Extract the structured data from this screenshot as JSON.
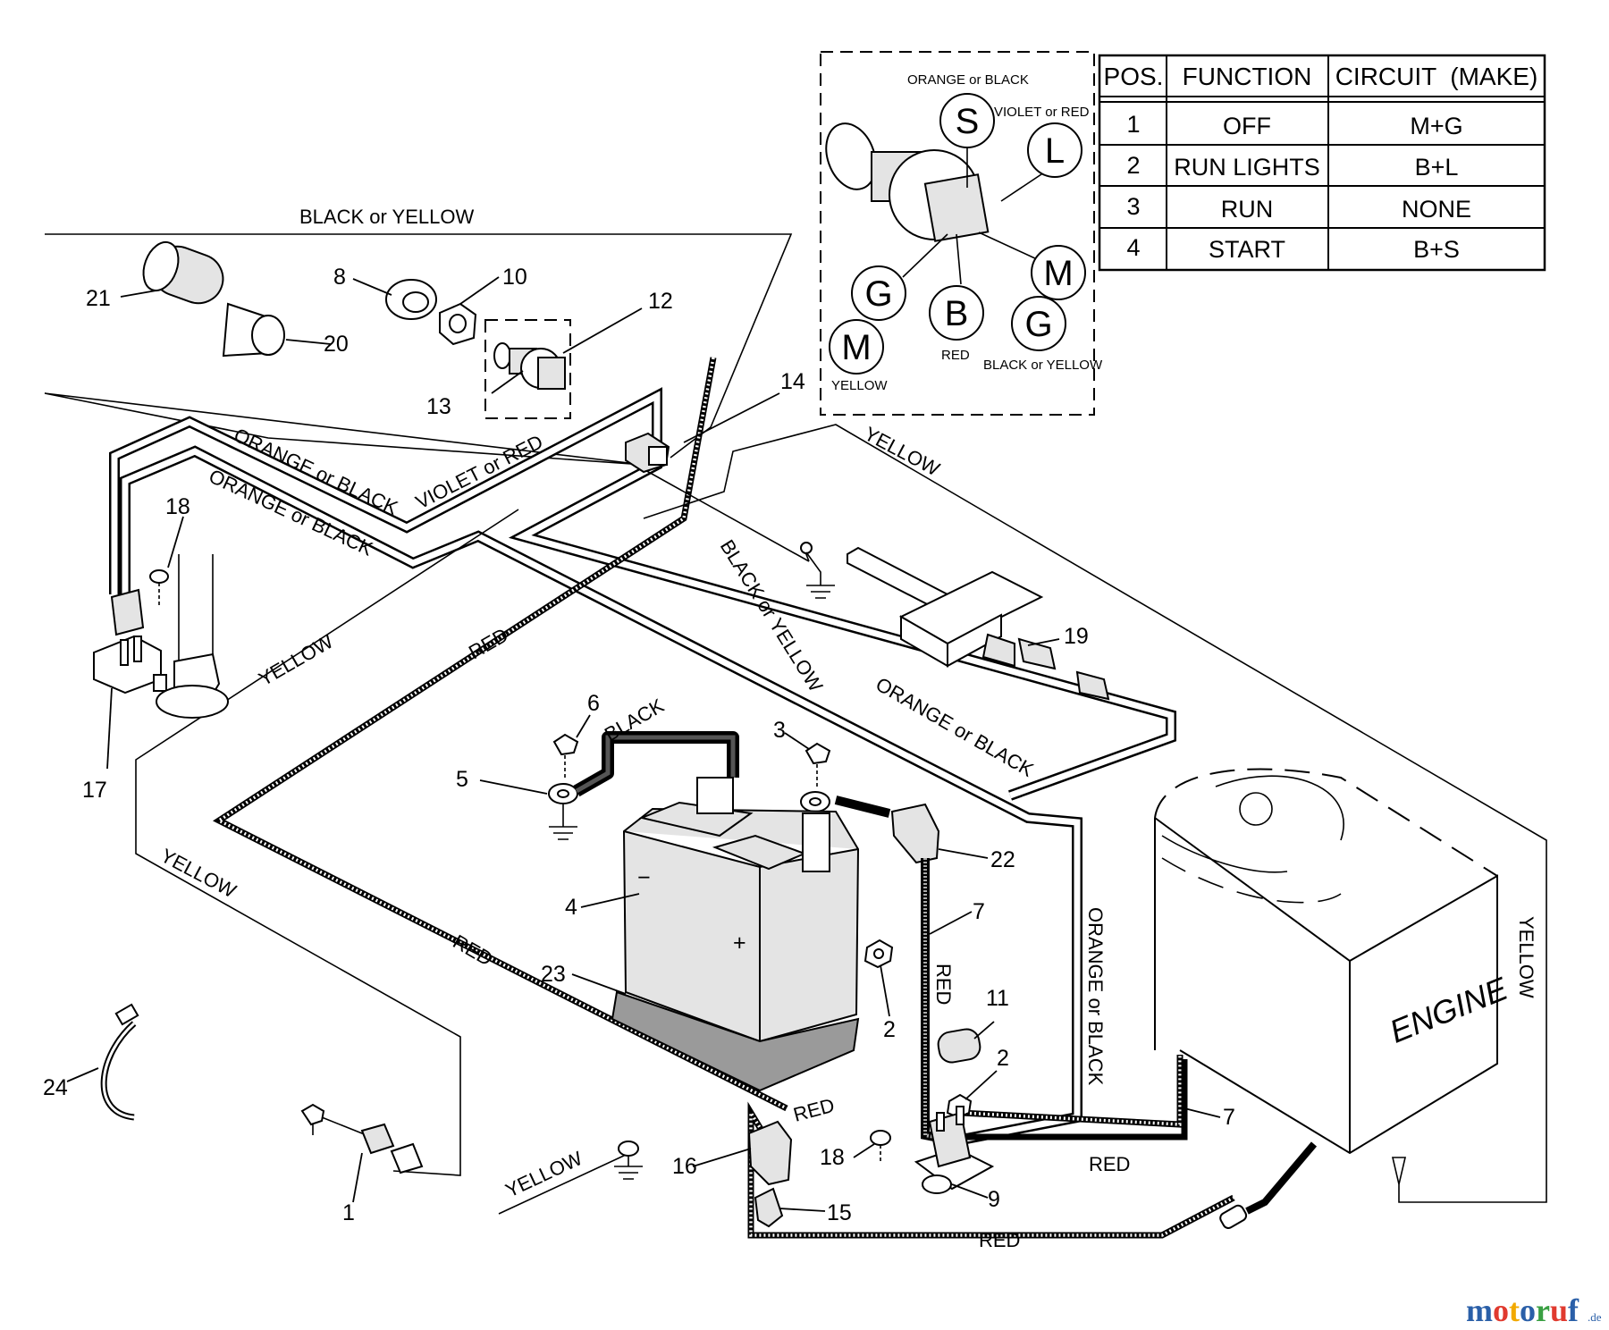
{
  "table": {
    "headers": [
      "POS.",
      "FUNCTION",
      "CIRCUIT  (MAKE)"
    ],
    "rows": [
      {
        "pos": "1",
        "function": "OFF",
        "circuit": "M+G"
      },
      {
        "pos": "2",
        "function": "RUN LIGHTS",
        "circuit": "B+L"
      },
      {
        "pos": "3",
        "function": "RUN",
        "circuit": "NONE"
      },
      {
        "pos": "4",
        "function": "START",
        "circuit": "B+S"
      }
    ]
  },
  "switch_detail": {
    "terminals": {
      "s": "S",
      "l": "L",
      "m_upper": "M",
      "g_left": "G",
      "b": "B",
      "g_right": "G",
      "m_lower": "M"
    },
    "wire_labels": {
      "s": "ORANGE or BLACK",
      "l": "VIOLET or RED",
      "b": "RED",
      "g_right": "BLACK or YELLOW",
      "m_lower": "YELLOW"
    }
  },
  "wire_labels": {
    "black_or_yellow_top": "BLACK or YELLOW",
    "orange_or_black_1": "ORANGE or BLACK",
    "orange_or_black_2": "ORANGE or BLACK",
    "violet_or_red": "VIOLET or RED",
    "yellow_top": "YELLOW",
    "black_or_yellow_mid": "BLACK or YELLOW",
    "red_top": "RED",
    "yellow_left": "YELLOW",
    "orange_or_black_right": "ORANGE or BLACK",
    "black": "BLACK",
    "yellow_lower_left": "YELLOW",
    "red_lower_left": "RED",
    "orange_or_black_vertical": "ORANGE or BLACK",
    "red_vertical": "RED",
    "yellow_right": "YELLOW",
    "red_16": "RED",
    "red_9": "RED",
    "red_bottom": "RED",
    "yellow_bottom": "YELLOW"
  },
  "engine_label": "ENGINE",
  "part_numbers": {
    "p1": "1",
    "p2a": "2",
    "p2b": "2",
    "p3": "3",
    "p4": "4",
    "p5": "5",
    "p6": "6",
    "p7a": "7",
    "p7b": "7",
    "p8": "8",
    "p9": "9",
    "p10": "10",
    "p11": "11",
    "p12": "12",
    "p13": "13",
    "p14": "14",
    "p15": "15",
    "p16": "16",
    "p17": "17",
    "p18a": "18",
    "p18b": "18",
    "p19": "19",
    "p20": "20",
    "p21": "21",
    "p22": "22",
    "p23": "23",
    "p24": "24"
  },
  "battery_signs": {
    "minus": "−",
    "plus": "+"
  },
  "watermark": {
    "main": "motoruf",
    "suffix": ".de",
    "colors": [
      "#2a5fa8",
      "#e03a2f",
      "#f2a900",
      "#2a5fa8",
      "#3aa043",
      "#e03a2f",
      "#2a5fa8"
    ]
  }
}
